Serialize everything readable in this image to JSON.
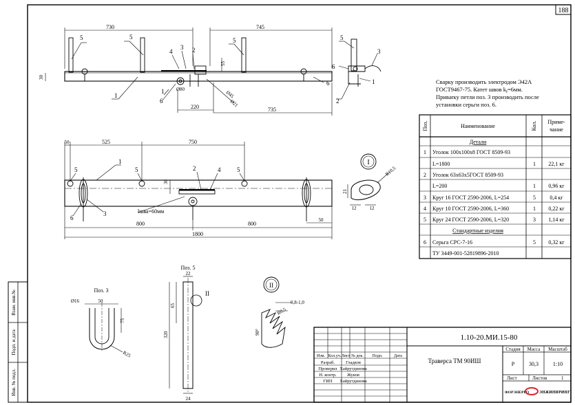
{
  "sheet": {
    "number": "188"
  },
  "notes": [
    "Сварку производить электродом Э42А",
    "ГОСТ9467-75. Катет швов k",
    "=6мм.",
    "Привarку петли поз. 3 производить после",
    "установки серьги поз. 6."
  ],
  "notes_subscript": "f",
  "spec": {
    "headers": [
      "Поз.",
      "Наименование",
      "Кол.",
      "Приме-",
      "чание"
    ],
    "section_details": "Детали",
    "section_standard": "Стандартные изделия",
    "rows": [
      {
        "pos": "1",
        "name": "Уголок 100х100х8 ГОСТ 8509-93",
        "qty": "",
        "note": ""
      },
      {
        "pos": "",
        "name": "L=1800",
        "qty": "1",
        "note": "22,1 кг"
      },
      {
        "pos": "2",
        "name": "Уголок 63х63х5ГОСТ 8509-93",
        "qty": "",
        "note": ""
      },
      {
        "pos": "",
        "name": "L=200",
        "qty": "1",
        "note": "0,96 кг"
      },
      {
        "pos": "3",
        "name": "Круг 16 ГОСТ 2590-2006, L=254",
        "qty": "5",
        "note": "0,4 кг"
      },
      {
        "pos": "4",
        "name": "Круг 10 ГОСТ 2590-2006, L=360",
        "qty": "1",
        "note": "0,22 кг"
      },
      {
        "pos": "5",
        "name": "Круг 24 ГОСТ 2590-2006, L=320",
        "qty": "3",
        "note": "1,14 кг"
      },
      {
        "pos": "6",
        "name": "Серьга СРС-7-16",
        "qty": "5",
        "note": "0,32 кг"
      },
      {
        "pos": "",
        "name": "ТУ 3449-001-52819896-2010",
        "qty": "",
        "note": ""
      }
    ]
  },
  "front_view": {
    "dims": [
      "730",
      "745",
      "220",
      "735",
      "30",
      "55",
      "Ø80",
      "Ø45",
      "Ø21"
    ],
    "leaders": [
      "5",
      "5",
      "5",
      "4",
      "3",
      "2",
      "1",
      "1",
      "6",
      "6"
    ]
  },
  "side_view": {
    "leaders": [
      "5",
      "3",
      "6",
      "1",
      "2"
    ]
  },
  "plan_view": {
    "dims": [
      "50",
      "525",
      "750",
      "30",
      "800",
      "800",
      "50",
      "1800",
      "lшва=60мм"
    ],
    "leaders": [
      "1",
      "5",
      "5",
      "5",
      "2",
      "4",
      "6",
      "3"
    ]
  },
  "detail_I": {
    "label": "I",
    "dims": [
      "R10,5",
      "12",
      "12",
      "21"
    ]
  },
  "detail_II": {
    "label": "II",
    "dims": [
      "0,8-1,0",
      "R0,5",
      "90°"
    ]
  },
  "pos3": {
    "title": "Поз. 3",
    "dims": [
      "Ø16",
      "50",
      "75",
      "R25"
    ]
  },
  "pos5": {
    "title": "Поз. 5",
    "label": "II",
    "dims": [
      "22",
      "65",
      "320",
      "24"
    ]
  },
  "side_stamp": [
    "Взам. инв.№",
    "Подп. и дата",
    "Инв. № подл."
  ],
  "title_block": {
    "code": "1.10-20.МИ.15-80",
    "name": "Траверса ТМ 90ИШ",
    "col_headers": [
      "Изм.",
      "Кол.уч.",
      "Лист",
      "№ док.",
      "Подп.",
      "Дата"
    ],
    "people": [
      {
        "role": "Разраб.",
        "name": "Гладков"
      },
      {
        "role": "Проверил",
        "name": "Хайрутдинова"
      },
      {
        "role": "Н. контр.",
        "name": "Жуков"
      },
      {
        "role": "ГИП",
        "name": "Хайрутдинова"
      }
    ],
    "stage_label": "Стадия",
    "mass_label": "Масса",
    "scale_label": "Масштаб",
    "stage": "Р",
    "mass": "30,3",
    "scale": "1:10",
    "sheet_label": "Лист",
    "sheets_label": "Листов",
    "sheets": "1",
    "company": "ЭНЖИНИРИНГ",
    "company_prefix": "ФОРЭНЕРГО"
  },
  "colors": {
    "line": "#000000",
    "logo_red": "#d8282f",
    "logo_blue": "#1f4e9a"
  }
}
